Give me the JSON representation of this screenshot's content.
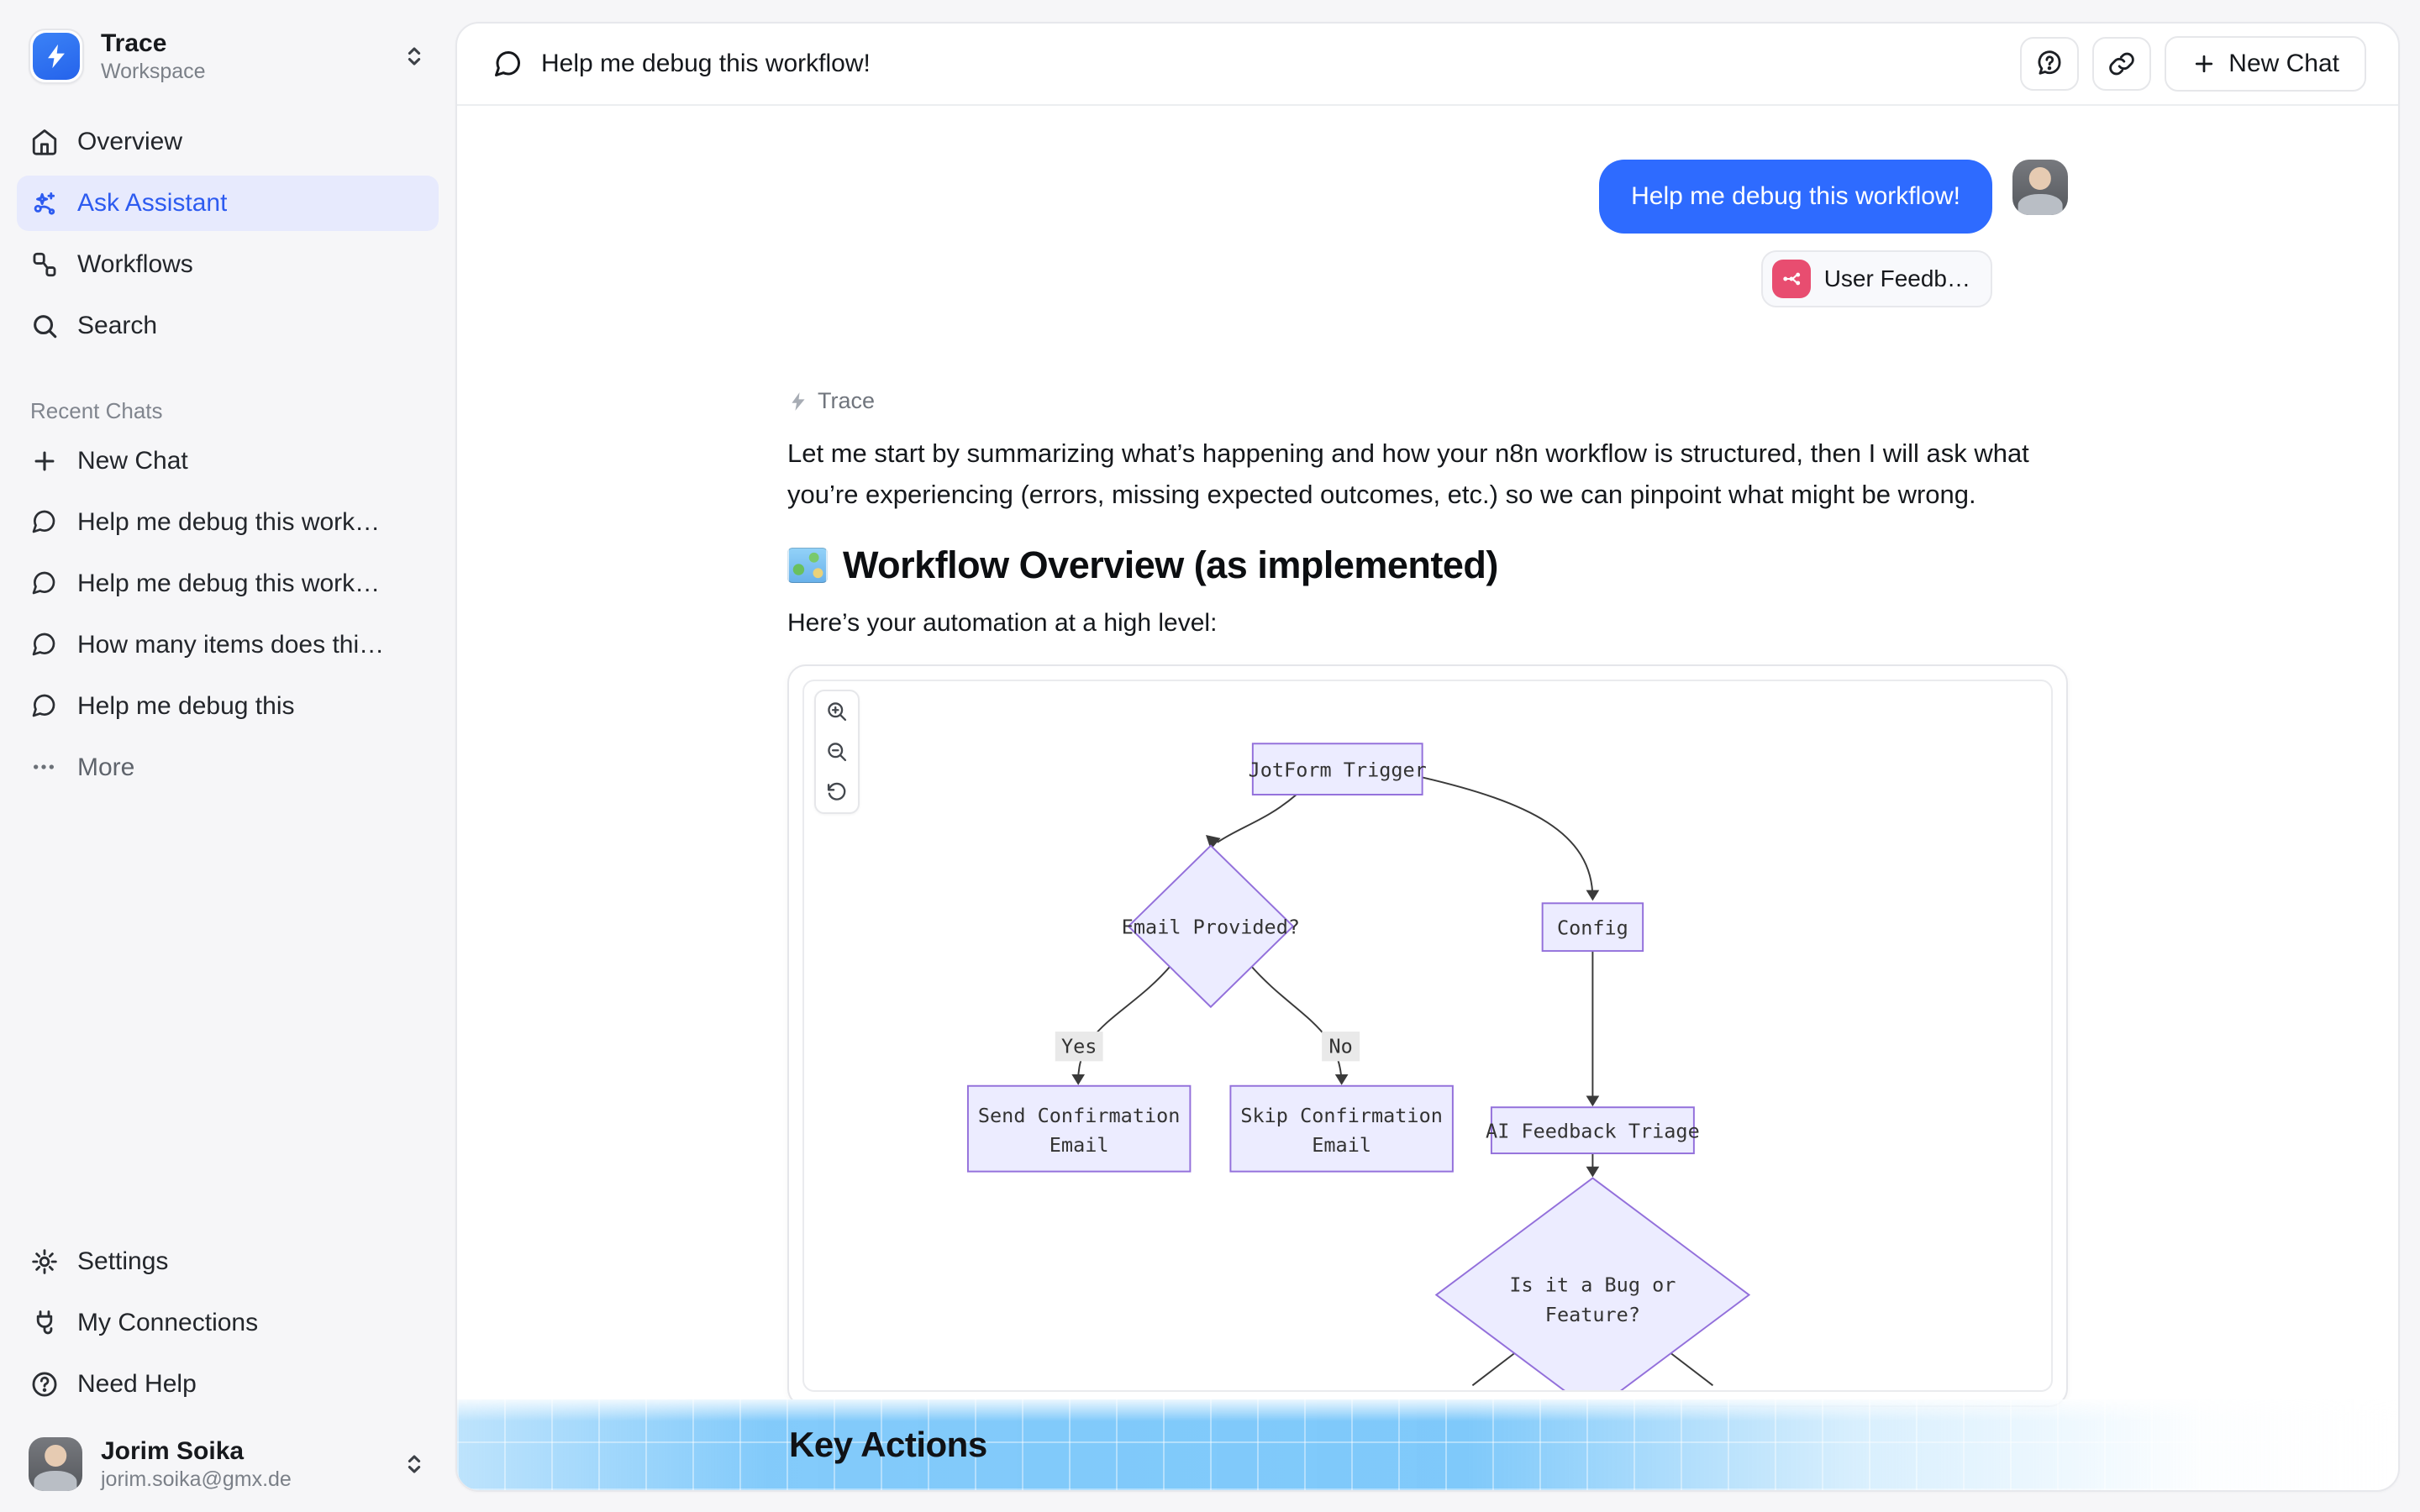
{
  "workspace": {
    "name": "Trace",
    "type": "Workspace"
  },
  "sidebar": {
    "nav": [
      {
        "label": "Overview"
      },
      {
        "label": "Ask Assistant"
      },
      {
        "label": "Workflows"
      },
      {
        "label": "Search"
      }
    ],
    "recent": {
      "header": "Recent Chats",
      "new_chat": "New Chat",
      "items": [
        {
          "label": "Help me debug this work…"
        },
        {
          "label": "Help me debug this work…"
        },
        {
          "label": "How many items does thi…"
        },
        {
          "label": "Help me debug this"
        }
      ],
      "more": "More"
    },
    "footer": [
      {
        "label": "Settings"
      },
      {
        "label": "My Connections"
      },
      {
        "label": "Need Help"
      }
    ],
    "user": {
      "name": "Jorim Soika",
      "email": "jorim.soika@gmx.de"
    }
  },
  "header": {
    "title": "Help me debug this workflow!",
    "new_chat": "New Chat"
  },
  "chat": {
    "user_message": "Help me debug this workflow!",
    "attachment_label": "User Feedb…",
    "assistant_label": "Trace",
    "intro": "Let me start by summarizing what’s happening and how your n8n workflow is structured, then I will ask what you’re experiencing (errors, missing expected outcomes, etc.) so we can pinpoint what might be wrong.",
    "overview_heading": "Workflow Overview (as implemented)",
    "overview_sub": "Here’s your automation at a high level:",
    "key_actions": "Key Actions"
  },
  "diagram": {
    "type": "flowchart",
    "colors": {
      "node_fill": "#ececff",
      "node_stroke": "#9370db",
      "edge": "#3a3a3a"
    },
    "nodes": {
      "trigger": {
        "label": "JotForm Trigger"
      },
      "email_check": {
        "label": "Email Provided?"
      },
      "config": {
        "label": "Config"
      },
      "send": {
        "line1": "Send Confirmation",
        "line2": "Email"
      },
      "skip": {
        "line1": "Skip Confirmation",
        "line2": "Email"
      },
      "triage": {
        "label": "AI Feedback Triage"
      },
      "bug": {
        "line1": "Is it a Bug or",
        "line2": "Feature?"
      }
    },
    "edge_labels": {
      "yes": "Yes",
      "no": "No"
    }
  }
}
